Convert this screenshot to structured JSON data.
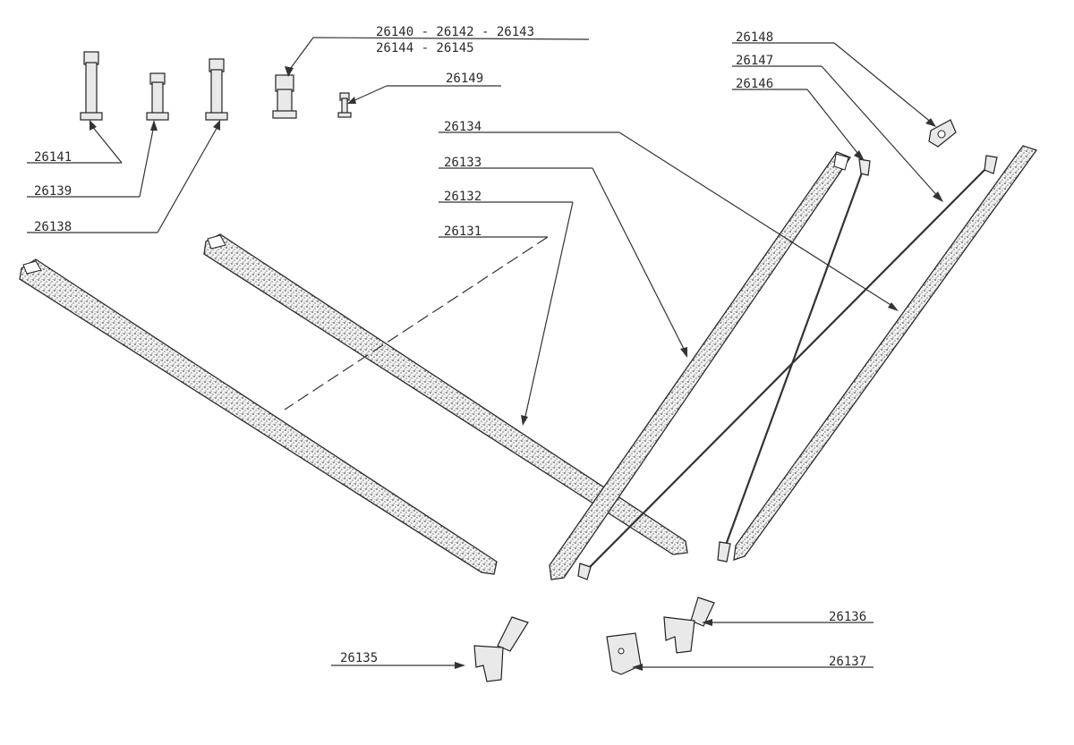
{
  "diagram": {
    "labels": [
      {
        "id": "l26140",
        "text": "26140 - 26142 - 26143"
      },
      {
        "id": "l26144",
        "text": "26144 - 26145"
      },
      {
        "id": "l26149",
        "text": "26149"
      },
      {
        "id": "l26148",
        "text": "26148"
      },
      {
        "id": "l26147",
        "text": "26147"
      },
      {
        "id": "l26146",
        "text": "26146"
      },
      {
        "id": "l26134",
        "text": "26134"
      },
      {
        "id": "l26133",
        "text": "26133"
      },
      {
        "id": "l26132",
        "text": "26132"
      },
      {
        "id": "l26131",
        "text": "26131"
      },
      {
        "id": "l26141",
        "text": "26141"
      },
      {
        "id": "l26139",
        "text": "26139"
      },
      {
        "id": "l26138",
        "text": "26138"
      },
      {
        "id": "l26136",
        "text": "26136"
      },
      {
        "id": "l26135",
        "text": "26135"
      },
      {
        "id": "l26137",
        "text": "26137"
      }
    ]
  }
}
